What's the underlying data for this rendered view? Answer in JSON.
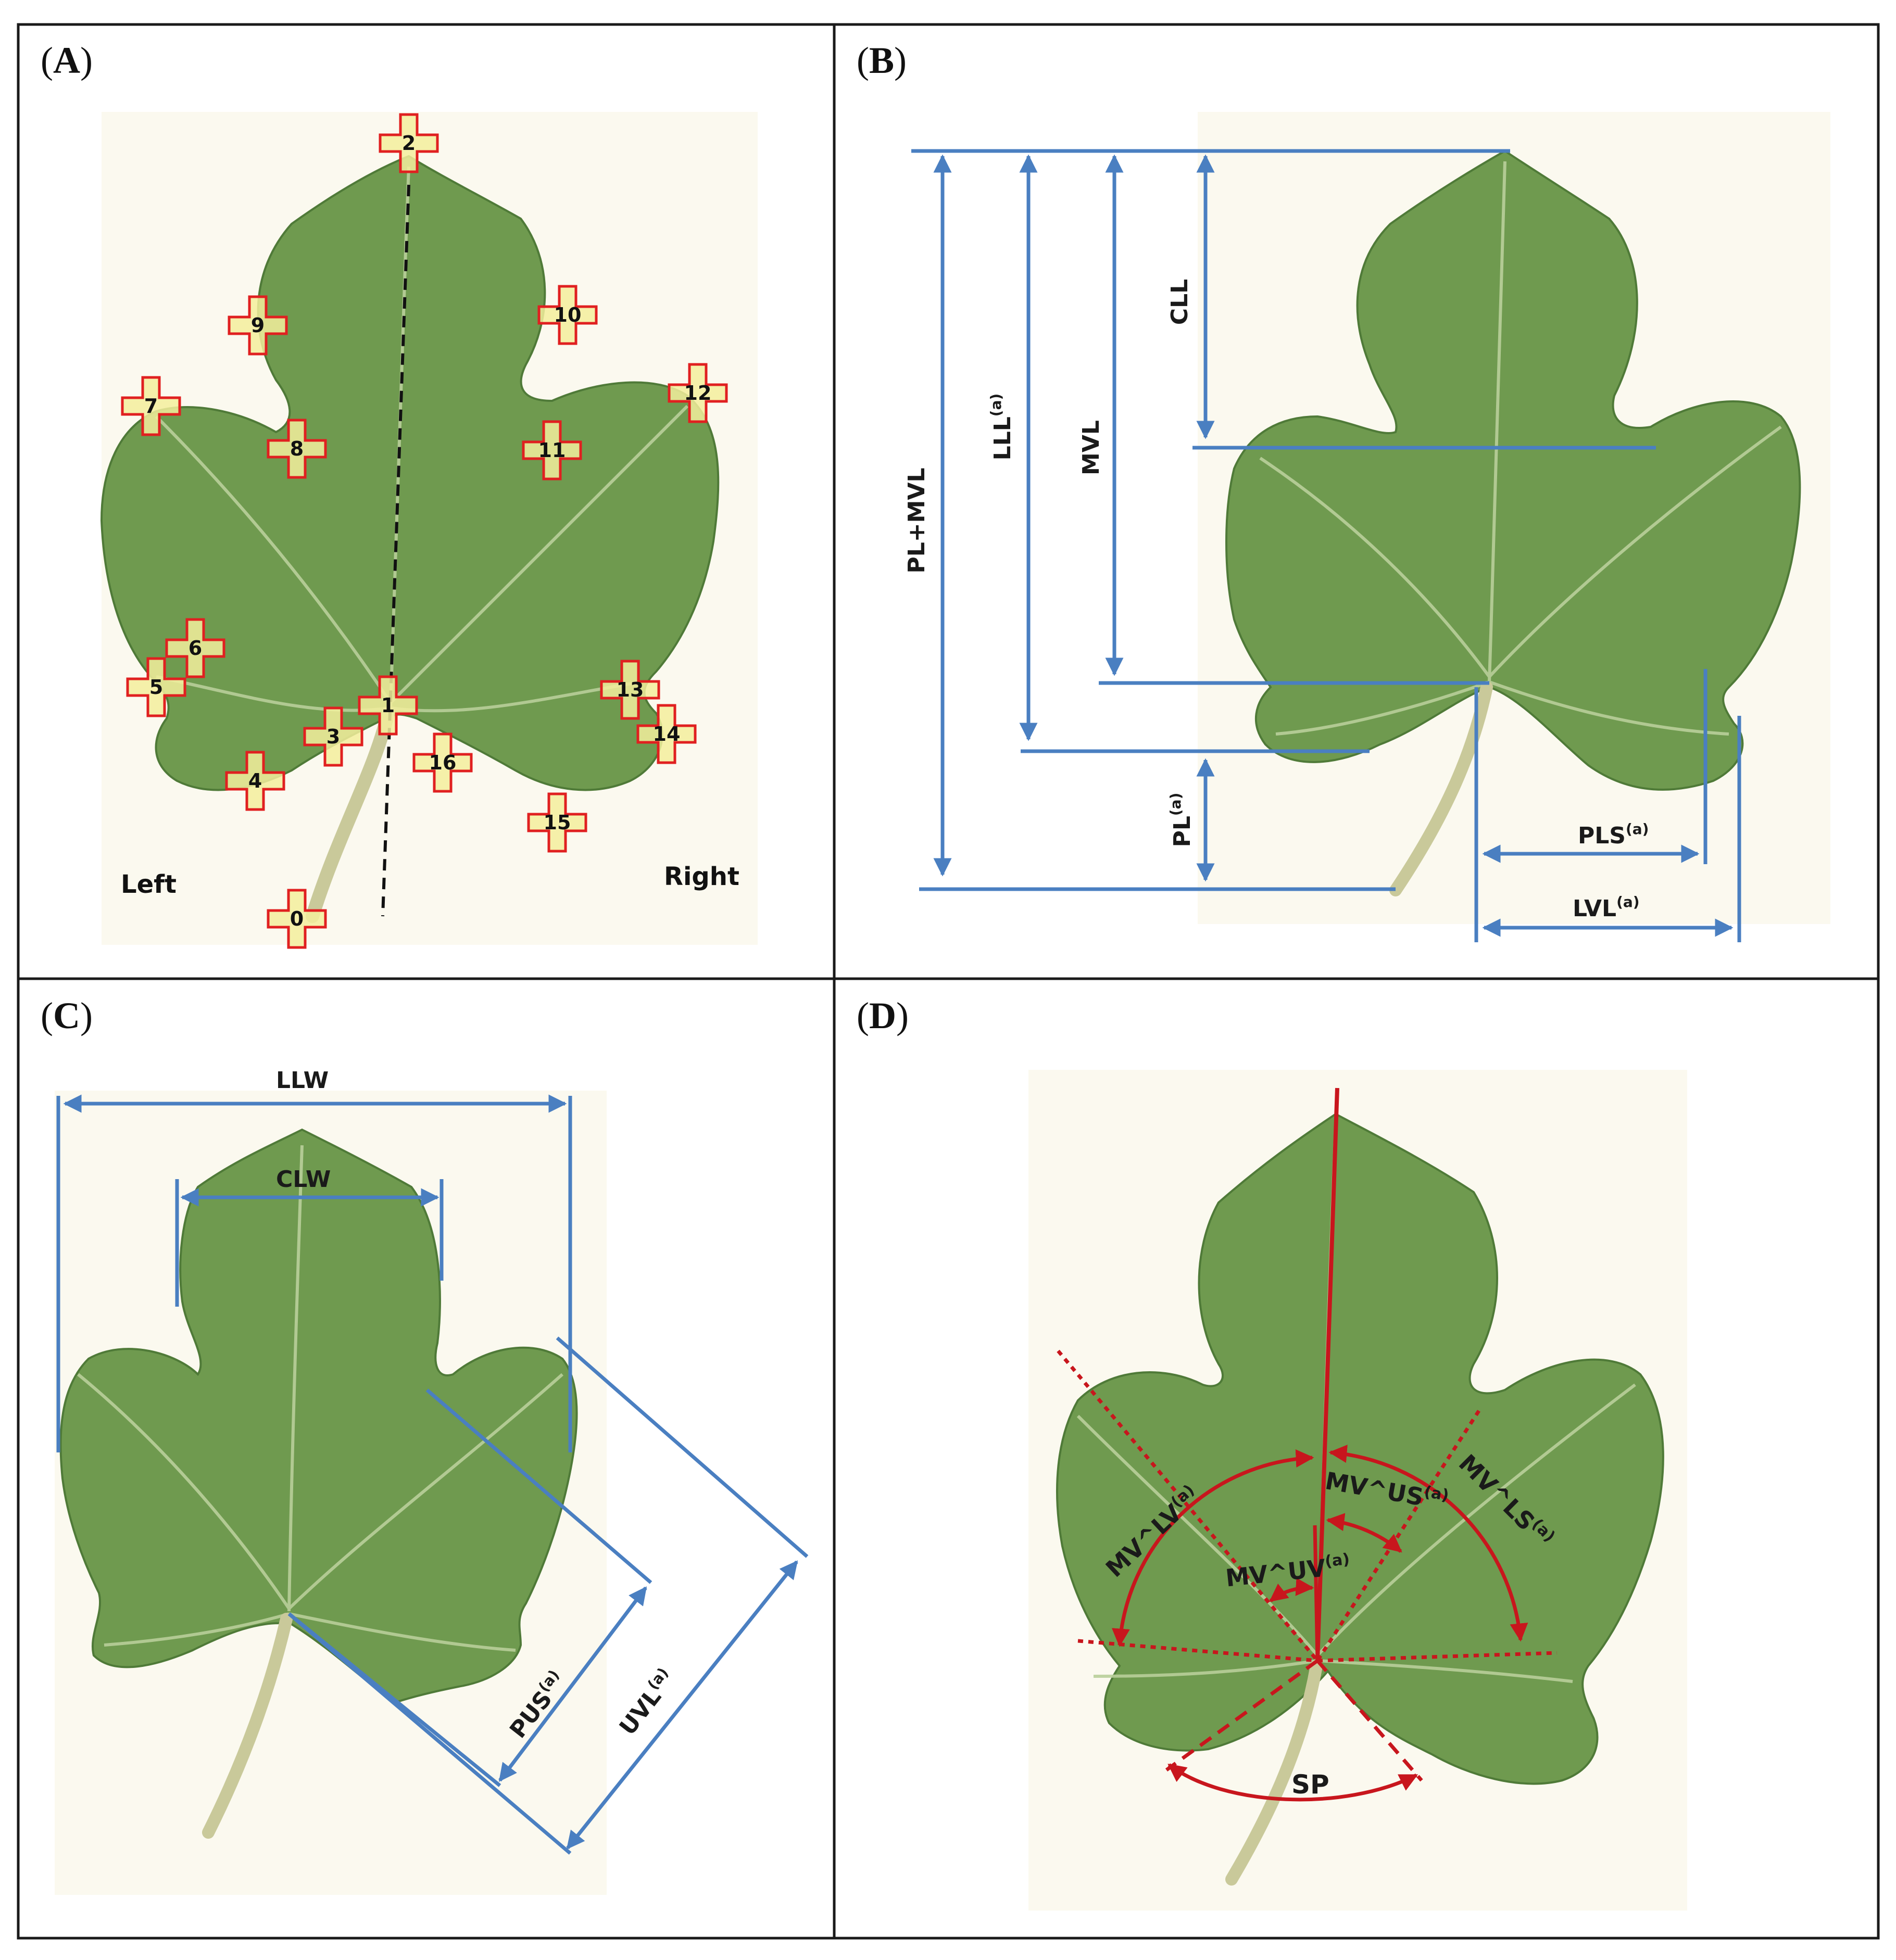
{
  "panels": {
    "a": {
      "letter": "A",
      "left_label": "Left",
      "right_label": "Right",
      "landmarks": [
        "0",
        "1",
        "2",
        "3",
        "4",
        "5",
        "6",
        "7",
        "8",
        "9",
        "10",
        "11",
        "12",
        "13",
        "14",
        "15",
        "16"
      ]
    },
    "b": {
      "letter": "B",
      "labels": {
        "pl_mvl": "PL+MVL",
        "lll": "LLL",
        "mvl": "MVL",
        "cll": "CLL",
        "pl": "PL",
        "pls": "PLS",
        "lvl": "LVL"
      },
      "sup": "(a)"
    },
    "c": {
      "letter": "C",
      "labels": {
        "llw": "LLW",
        "clw": "CLW",
        "pus": "PUS",
        "uvl": "UVL"
      },
      "sup": "(a)"
    },
    "d": {
      "letter": "D",
      "labels": {
        "mv_lv": "MV^LV",
        "mv_us": "MV^US",
        "mv_ls": "MV^LS",
        "mv_uv": "MV^UV",
        "sp": "SP"
      },
      "sup": "(a)"
    }
  },
  "colors": {
    "measure_line": "#4a7fc1",
    "angle_line": "#c8161d",
    "landmark_fill": "#f3ee9c",
    "landmark_stroke": "#e02020",
    "leaf": "#6f9a4f",
    "leaf_dark": "#5a8440",
    "vein": "#b9cf9a",
    "border": "#1a1a1a"
  }
}
